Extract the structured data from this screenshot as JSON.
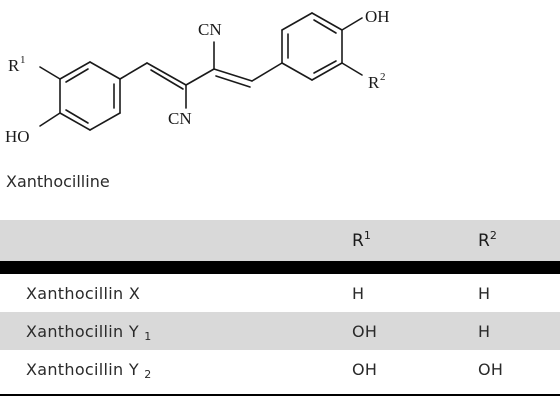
{
  "structure": {
    "labels": {
      "r1": "R",
      "r1_sup": "1",
      "r2": "R",
      "r2_sup": "2",
      "ho": "HO",
      "oh": "OH",
      "cn_top": "CN",
      "cn_bottom": "CN"
    }
  },
  "caption": "Xanthocilline",
  "table": {
    "header": {
      "col1": "",
      "col2_main": "R",
      "col2_sup": "1",
      "col3_main": "R",
      "col3_sup": "2"
    },
    "rows": [
      {
        "name": "Xanthocillin X",
        "sub": "",
        "r1": "H",
        "r2": "H"
      },
      {
        "name": "Xanthocillin Y",
        "sub": "1",
        "r1": "OH",
        "r2": "H"
      },
      {
        "name": "Xanthocillin Y",
        "sub": "2",
        "r1": "OH",
        "r2": "OH"
      }
    ]
  }
}
